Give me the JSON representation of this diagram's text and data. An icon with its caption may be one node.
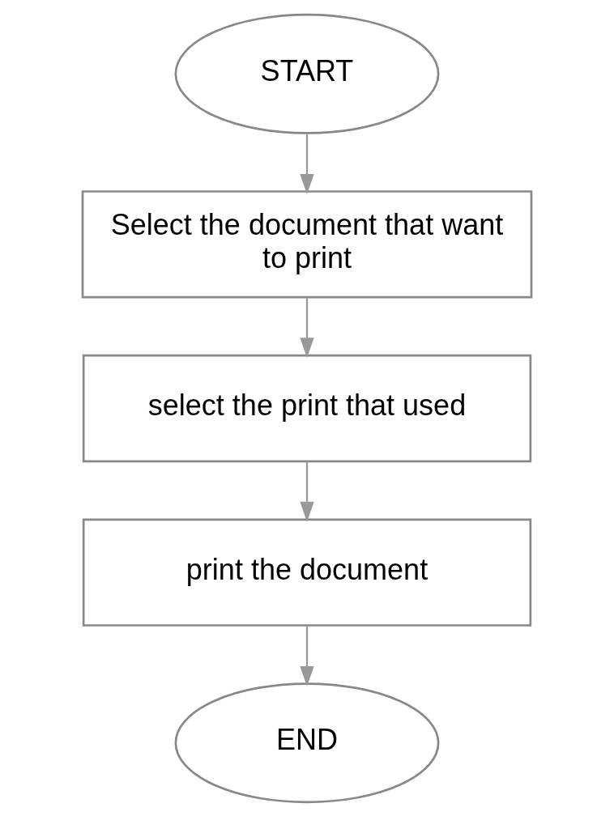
{
  "diagram": {
    "nodes": [
      {
        "text": [
          "START"
        ]
      },
      {
        "text": [
          "Select the document that want to print"
        ]
      },
      {
        "text": [
          "select the print that used"
        ]
      },
      {
        "text": [
          "print the document"
        ]
      },
      {
        "text": [
          "END"
        ]
      }
    ],
    "edges": [
      {
        "from": 0,
        "to": 1,
        "arrow": "to"
      },
      {
        "from": 1,
        "to": 2,
        "arrow": "to"
      },
      {
        "from": 2,
        "to": 3,
        "arrow": "to"
      },
      {
        "from": 3,
        "to": 4,
        "arrow": "to"
      }
    ]
  }
}
